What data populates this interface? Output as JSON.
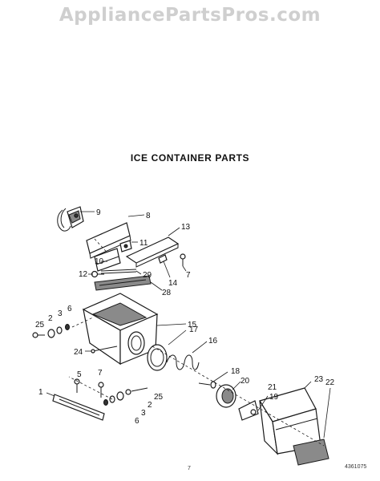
{
  "watermark": "AppliancePartsPros.com",
  "title": "ICE CONTAINER PARTS",
  "footer": {
    "page_mark": "7",
    "drawing_number": "4361075"
  },
  "callouts": [
    {
      "id": "c9",
      "label": "9"
    },
    {
      "id": "c8",
      "label": "8"
    },
    {
      "id": "c11",
      "label": "11"
    },
    {
      "id": "c13",
      "label": "13"
    },
    {
      "id": "c10",
      "label": "10"
    },
    {
      "id": "c12",
      "label": "12"
    },
    {
      "id": "c29",
      "label": "29"
    },
    {
      "id": "c7a",
      "label": "7"
    },
    {
      "id": "c14",
      "label": "14"
    },
    {
      "id": "c28",
      "label": "28"
    },
    {
      "id": "c25a",
      "label": "25"
    },
    {
      "id": "c2a",
      "label": "2"
    },
    {
      "id": "c3a",
      "label": "3"
    },
    {
      "id": "c6a",
      "label": "6"
    },
    {
      "id": "c15",
      "label": "15"
    },
    {
      "id": "c17",
      "label": "17"
    },
    {
      "id": "c24",
      "label": "24"
    },
    {
      "id": "c16",
      "label": "16"
    },
    {
      "id": "c5",
      "label": "5"
    },
    {
      "id": "c7b",
      "label": "7"
    },
    {
      "id": "c18",
      "label": "18"
    },
    {
      "id": "c20",
      "label": "20"
    },
    {
      "id": "c1",
      "label": "1"
    },
    {
      "id": "c25b",
      "label": "25"
    },
    {
      "id": "c2b",
      "label": "2"
    },
    {
      "id": "c3b",
      "label": "3"
    },
    {
      "id": "c6b",
      "label": "6"
    },
    {
      "id": "c21",
      "label": "21"
    },
    {
      "id": "c19",
      "label": "19"
    },
    {
      "id": "c23",
      "label": "23"
    },
    {
      "id": "c22",
      "label": "22"
    }
  ]
}
